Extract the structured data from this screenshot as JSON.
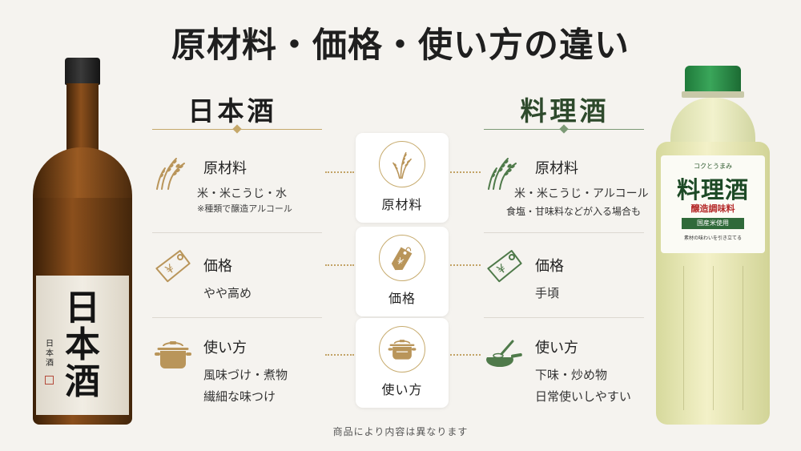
{
  "title": "原材料・価格・使い方の違い",
  "sake": {
    "heading": "日本酒",
    "bottle_label_big": "日本酒",
    "bottle_label_small": "日本酒",
    "rows": [
      {
        "title": "原材料",
        "lines": [
          "米・米こうじ・水",
          "※種類で醸造アルコール"
        ],
        "icon": "rice-icon"
      },
      {
        "title": "価格",
        "lines": [
          "やや高め"
        ],
        "icon": "price-tag-icon"
      },
      {
        "title": "使い方",
        "lines": [
          "風味づけ・煮物",
          "繊細な味つけ"
        ],
        "icon": "pot-icon"
      }
    ]
  },
  "cooking_sake": {
    "heading": "料理酒",
    "bottle_tagline": "コクとうまみ",
    "bottle_name": "料理酒",
    "bottle_sub": "醸造調味料",
    "bottle_band": "国産米使用",
    "bottle_tiny": "素材の味わいを引き立てる",
    "rows": [
      {
        "title": "原材料",
        "lines": [
          "米・米こうじ・アルコール",
          "食塩・甘味料などが入る場合も"
        ],
        "icon": "rice-icon"
      },
      {
        "title": "価格",
        "lines": [
          "手頃"
        ],
        "icon": "price-tag-icon"
      },
      {
        "title": "使い方",
        "lines": [
          "下味・炒め物",
          "日常使いしやすい"
        ],
        "icon": "frying-pan-icon"
      }
    ]
  },
  "center": [
    {
      "label": "原材料",
      "icon": "rice-icon"
    },
    {
      "label": "価格",
      "icon": "price-tag-icon"
    },
    {
      "label": "使い方",
      "icon": "pot-icon"
    }
  ],
  "footnote": "商品により内容は異なります",
  "colors": {
    "gold": "#c5a86a",
    "green": "#4f7a4a",
    "gold_icon": "#b9955a"
  }
}
